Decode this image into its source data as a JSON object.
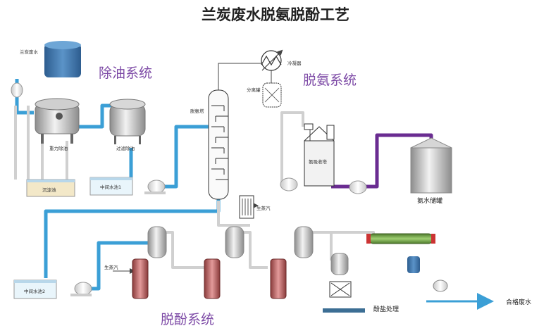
{
  "title": "兰炭废水脱氨脱酚工艺",
  "systems": {
    "oil": "除油系统",
    "ammonia": "脱氨系统",
    "phenol": "脱酚系统"
  },
  "labels": {
    "raw_water": "兰炭废水",
    "gravity_oil": "重力除油",
    "filter_oil": "过滤除油",
    "settling_tank": "沉淀池",
    "mid_pool1": "中间水池1",
    "mid_pool2": "中间水池2",
    "condenser": "冷凝器",
    "separator": "分离罐",
    "deammonia_tower": "脱氨塔",
    "steam1": "生蒸汽",
    "steam2": "生蒸汽",
    "absorber": "氨吸收塔",
    "ammonia_tank": "氨水储罐",
    "salt": "酚盐处理",
    "qualified": "合格废水"
  },
  "colors": {
    "water_pipe": "#3b9fd6",
    "ammonia_pipe": "#6a2c91",
    "steam_pipe": "#d9d9d9",
    "system_text": "#7d4aa6"
  }
}
